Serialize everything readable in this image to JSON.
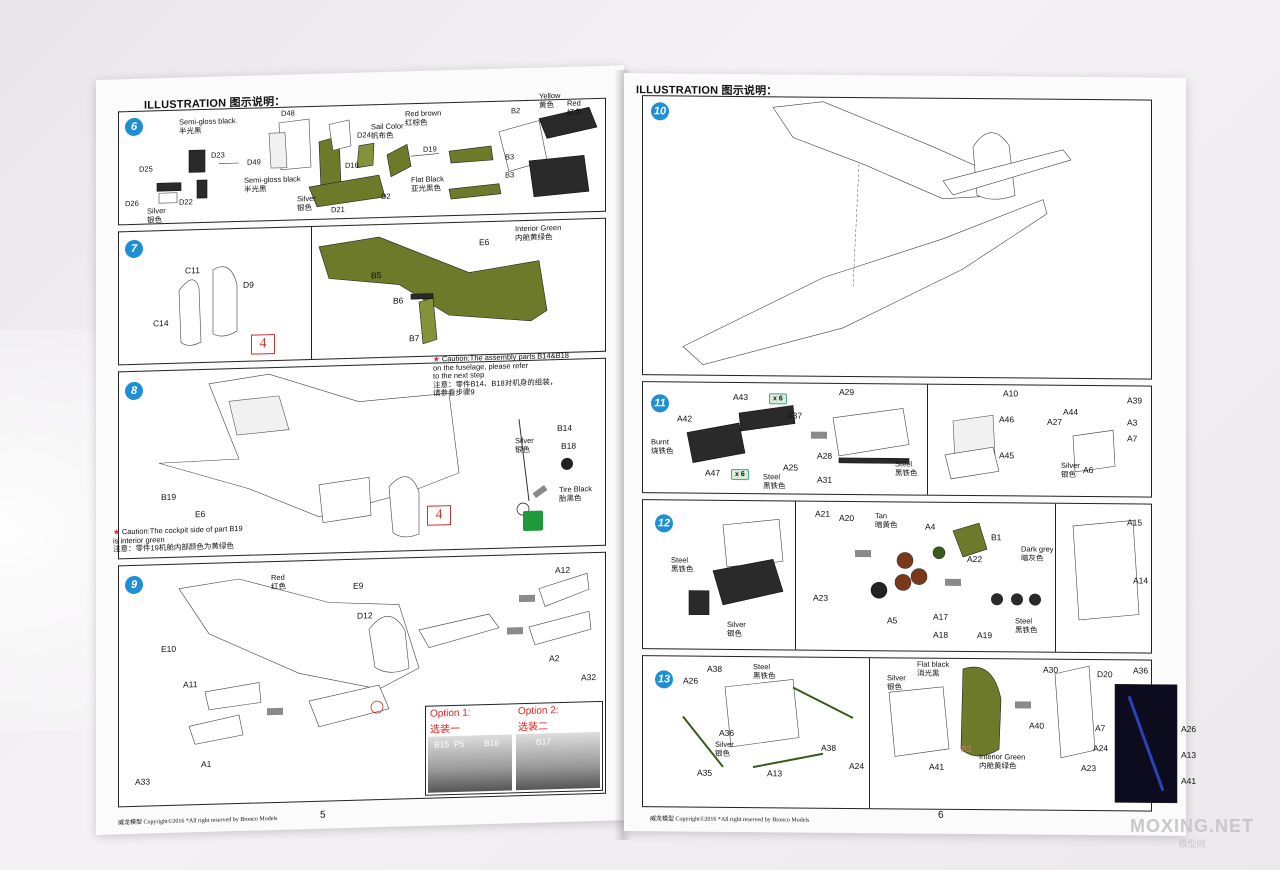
{
  "left_page": {
    "header": "ILLUSTRATION 图示说明：",
    "page_number": "5",
    "footer": "威龙模型  Copyright©2016  *All right reserved by Bronco Models",
    "step6": {
      "number": "6",
      "labels": {
        "semigloss1": "Semi-gloss black\n半光黑",
        "semigloss2": "Semi-gloss black\n半光黑",
        "silver1": "Silver\n银色",
        "silver2": "Silver\n银色",
        "sail": "Sail Color\n帆布色",
        "redbrown": "Red brown\n红棕色",
        "flatblack": "Flat Black\n亚光黑色",
        "yellow": "Yellow\n黄色",
        "red": "Red\n红色"
      },
      "parts": [
        "D23",
        "D25",
        "D26",
        "D22",
        "D48",
        "D49",
        "D24",
        "D16",
        "D21",
        "D2",
        "D19",
        "B2",
        "B3",
        "B3"
      ]
    },
    "step7": {
      "number": "7",
      "labels": {
        "interior": "Interior Green\n内舱黄绿色"
      },
      "parts": [
        "C11",
        "D9",
        "C14",
        "B5",
        "E6",
        "B6",
        "B7"
      ],
      "ref": "4"
    },
    "step8": {
      "number": "8",
      "caution_top": "Caution:The assembly parts B14&B18\non the fuselage, please refer\nto the next step\n注意：零件B14、B18对机身的组装，\n请参看步骤9",
      "caution_bottom": "Caution:The cockpit side of part B19\nis interior green\n注意：零件19机舱内部颜色为黄绿色",
      "labels": {
        "silver": "Silver\n银色",
        "tire": "Tire Black\n胎黑色"
      },
      "parts": [
        "B14",
        "B18",
        "B19",
        "E6"
      ],
      "ref": "4"
    },
    "step9": {
      "number": "9",
      "labels": {
        "red": "Red\n红色"
      },
      "parts": [
        "E9",
        "D12",
        "E10",
        "A12",
        "A2",
        "A32",
        "A11",
        "A1",
        "A33"
      ],
      "option1": {
        "title": "Option 1:",
        "subtitle": "选装一",
        "parts": [
          "B15",
          "P5",
          "B16"
        ]
      },
      "option2": {
        "title": "Option 2:",
        "subtitle": "选装二",
        "parts": [
          "B17"
        ]
      }
    }
  },
  "right_page": {
    "header": "ILLUSTRATION 图示说明：",
    "page_number": "6",
    "footer": "威龙模型  Copyright©2016  *All right reserved by Bronco Models",
    "step10": {
      "number": "10"
    },
    "step11": {
      "number": "11",
      "labels": {
        "burnt": "Burnt\n烧铁色",
        "steel1": "Steel\n黑铁色",
        "steel2": "Steel\n黑铁色",
        "silver": "Silver\n银色"
      },
      "badges": [
        "x 6",
        "x 6"
      ],
      "parts": [
        "A43",
        "A42",
        "A37",
        "A47",
        "A25",
        "A29",
        "A28",
        "A31",
        "A10",
        "A46",
        "A45",
        "A44",
        "A27",
        "A39",
        "A3",
        "A7",
        "A6"
      ]
    },
    "step12": {
      "number": "12",
      "labels": {
        "steel1": "Steel\n黑铁色",
        "silver": "Silver\n银色",
        "tan": "Tan\n暗黄色",
        "darkgrey": "Dark grey\n暗灰色",
        "steel2": "Steel\n黑铁色"
      },
      "parts": [
        "A21",
        "A20",
        "A4",
        "B1",
        "A22",
        "A23",
        "A5",
        "A17",
        "A18",
        "A19",
        "A15",
        "A14"
      ]
    },
    "step13": {
      "number": "13",
      "labels": {
        "steel": "Steel\n黑铁色",
        "silver1": "Silver\n银色",
        "silver2": "Silver\n银色",
        "flatblack": "Flat black\n消光黑",
        "interior": "Interior Green\n内舱黄绿色"
      },
      "parts": [
        "A26",
        "A38",
        "A36",
        "A35",
        "A13",
        "A38",
        "A24",
        "A41",
        "P3",
        "A30",
        "D20",
        "A40",
        "A36",
        "A7",
        "A26",
        "A24",
        "A13",
        "A23",
        "A41"
      ]
    }
  },
  "watermark": {
    "main": "MOXING.NET",
    "sub": "模型网"
  },
  "colors": {
    "step_blue": "#1e8fd4",
    "olive": "#6d7a2a",
    "caution_red": "#d22"
  }
}
